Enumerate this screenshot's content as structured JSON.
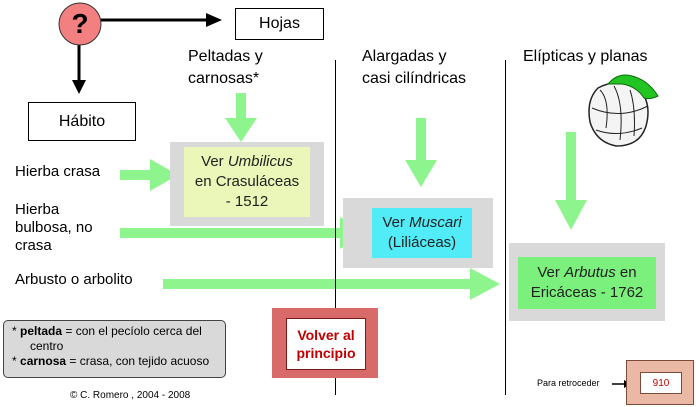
{
  "question_mark": "?",
  "hojas_label": "Hojas",
  "habito_label": "Hábito",
  "columns": {
    "peltadas": [
      "Peltadas y",
      "carnosas*"
    ],
    "alargadas": [
      "Alargadas y",
      "casi cilíndricas"
    ],
    "elipticas": [
      "Elípticas y planas"
    ]
  },
  "rows": {
    "hierba_crasa": "Hierba crasa",
    "hierba_bulbosa": [
      "Hierba",
      "bulbosa, no",
      "crasa"
    ],
    "arbusto": "Arbusto o arbolito"
  },
  "results": {
    "umbilicus": {
      "prefix": "Ver ",
      "genus": "Umbilicus",
      "line2": "en Crasuláceas",
      "line3": "- 1512"
    },
    "muscari": {
      "prefix": "Ver ",
      "genus": "Muscari",
      "line2": "(Liliáceas)"
    },
    "arbutus": {
      "prefix": "Ver ",
      "genus": "Arbutus",
      "suffix": " en",
      "line2": "Ericáceas - 1762"
    }
  },
  "notes": {
    "peltada_term": "peltada",
    "peltada_def": " = con el pecíolo cerca del",
    "peltada_def2": "centro",
    "carnosa_term": "carnosa",
    "carnosa_def": " = crasa, con tejido acuoso"
  },
  "volver_button": [
    "Volver al",
    "principio"
  ],
  "copyright": "© C. Romero , 2004 - 2008",
  "retroceder_label": "Para retroceder",
  "back_page": "910",
  "colors": {
    "arrow_green": "#8ef58e",
    "question_red": "#f28080",
    "umbilicus_bg": "#eaf7b8",
    "muscari_bg": "#52ecf8",
    "arbutus_bg": "#7cf07c"
  }
}
